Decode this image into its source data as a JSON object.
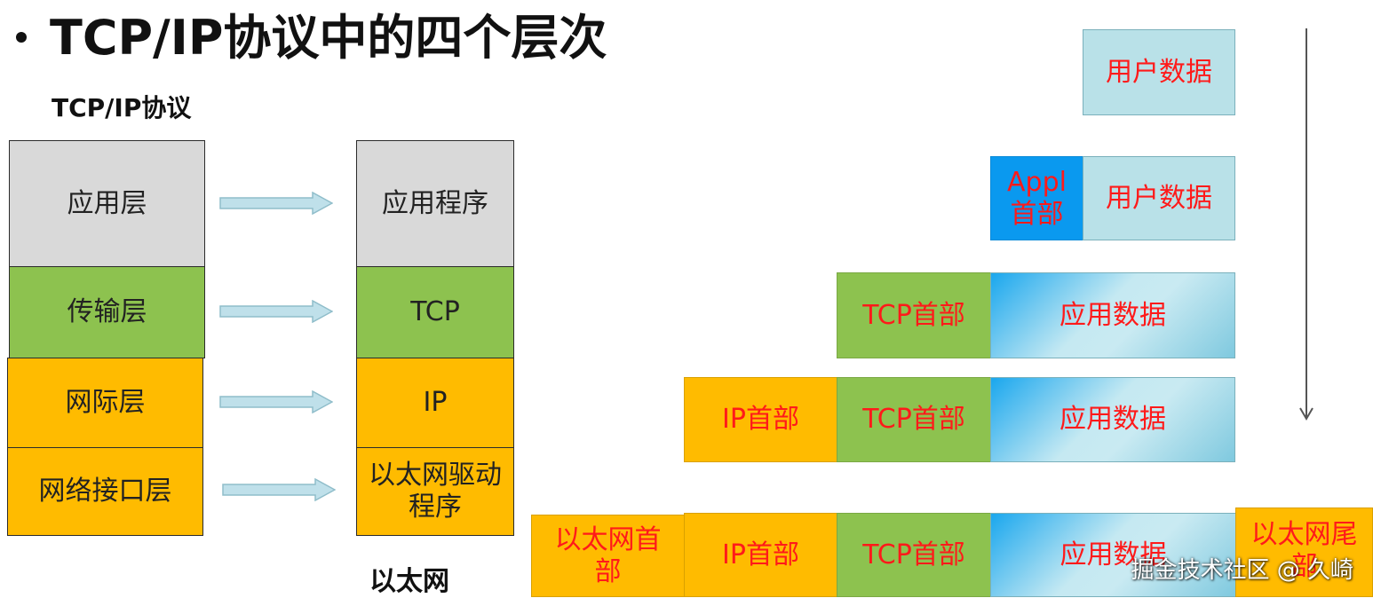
{
  "title": "TCP/IP协议中的四个层次",
  "subtitle": "TCP/IP协议",
  "layers": [
    {
      "name": "应用层",
      "impl": "应用程序"
    },
    {
      "name": "传输层",
      "impl": "TCP"
    },
    {
      "name": "网际层",
      "impl": "IP"
    },
    {
      "name": "网络接口层",
      "impl": "以太网驱动程序"
    }
  ],
  "bottom_label": "以太网",
  "encapsulation": {
    "user_data": "用户数据",
    "appl_header": "Appl首部",
    "app_data": "应用数据",
    "tcp_header": "TCP首部",
    "ip_header": "IP首部",
    "eth_header": "以太网首部",
    "eth_trailer": "以太网尾部"
  },
  "watermark": "掘金技术社区 @ 久崎",
  "colors": {
    "gray": "#d9d9d9",
    "green": "#8dc24f",
    "orange": "#ffbb00",
    "light_blue": "#b9e1e8",
    "appl_blue": "#0a99ef",
    "text_red": "#ff1a1a",
    "arrow_fill": "#bfe0ea"
  }
}
